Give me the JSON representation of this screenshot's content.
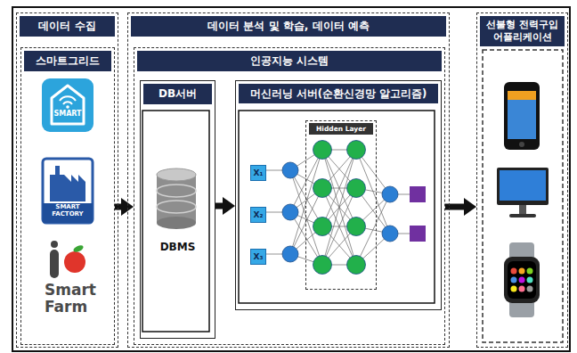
{
  "diagram": {
    "nodes": [
      {
        "text": [
          "데이터 수집"
        ]
      },
      {
        "text": [
          "스마트그리드"
        ],
        "in": 0
      },
      {
        "text": [
          "데이터 분석 및 학습, 데이터 예측"
        ]
      },
      {
        "text": [
          "인공지능 시스템"
        ],
        "in": 2
      },
      {
        "text": [
          "DB서버",
          "DBMS"
        ],
        "in": 3
      },
      {
        "text": [
          "머신러닝 서버(순환신경망 알고리즘)"
        ],
        "in": 3
      },
      {
        "text": [
          "Hidden Layer"
        ],
        "in": 5
      },
      {
        "text": [
          "X₁"
        ],
        "in": 5
      },
      {
        "text": [
          "X₂"
        ],
        "in": 5
      },
      {
        "text": [
          "X₃"
        ],
        "in": 5
      },
      {
        "text": [
          "선불형 전력구입 어플리케이션"
        ]
      }
    ],
    "edges": [
      {
        "from": 1,
        "to": 3,
        "arrow": "to"
      },
      {
        "from": 4,
        "to": 5,
        "arrow": "to"
      },
      {
        "from": 3,
        "to": 10,
        "arrow": "to"
      }
    ],
    "labels": [
      "SMART",
      "SMART FACTORY",
      "Smart Farm"
    ]
  }
}
